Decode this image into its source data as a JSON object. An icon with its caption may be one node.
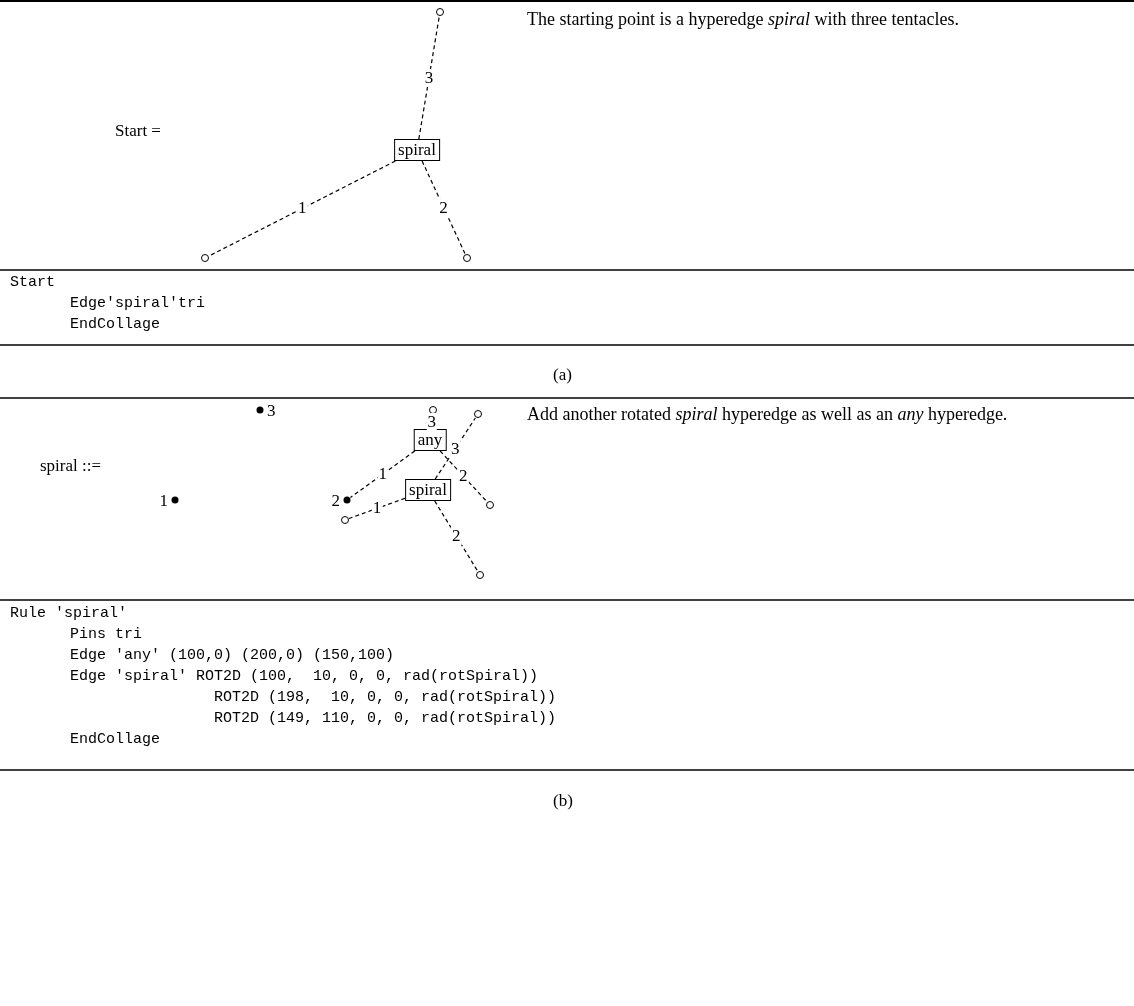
{
  "diagram": {
    "nodes": [
      {
        "text": [
          "spiral"
        ]
      },
      {
        "text": [],
        "shape": "circle"
      },
      {
        "text": [],
        "shape": "circle"
      },
      {
        "text": [],
        "shape": "circle"
      },
      {
        "text": [],
        "shape": "dot",
        "beside": [
          "3"
        ]
      },
      {
        "text": [],
        "shape": "circle"
      },
      {
        "text": [],
        "shape": "circle"
      },
      {
        "text": [
          "any"
        ]
      },
      {
        "text": [
          "spiral"
        ]
      },
      {
        "text": [],
        "shape": "dot",
        "beside": [
          "1"
        ]
      },
      {
        "text": [],
        "shape": "dot",
        "beside": [
          "2"
        ]
      },
      {
        "text": [],
        "shape": "circle"
      },
      {
        "text": [],
        "shape": "circle"
      },
      {
        "text": [],
        "shape": "circle"
      }
    ],
    "edges": [
      {
        "from": 0,
        "to": 1,
        "arrow": "none",
        "label": "3",
        "style": "dashed"
      },
      {
        "from": 0,
        "to": 2,
        "arrow": "none",
        "label": "1",
        "style": "dashed"
      },
      {
        "from": 0,
        "to": 3,
        "arrow": "none",
        "label": "2",
        "style": "dashed"
      },
      {
        "from": 7,
        "to": 5,
        "arrow": "none",
        "label": "3",
        "style": "dashed"
      },
      {
        "from": 7,
        "to": 10,
        "arrow": "none",
        "label": "1",
        "style": "dashed"
      },
      {
        "from": 7,
        "to": 11,
        "arrow": "none",
        "label": "2",
        "style": "dashed"
      },
      {
        "from": 8,
        "to": 6,
        "arrow": "none",
        "label": "3",
        "style": "dashed"
      },
      {
        "from": 8,
        "to": 12,
        "arrow": "none",
        "label": "1",
        "style": "dashed"
      },
      {
        "from": 8,
        "to": 13,
        "arrow": "none",
        "label": "2",
        "style": "dashed"
      }
    ],
    "labels": [
      "Start =",
      "The starting point is a hyperedge *spiral* with three tentacles.",
      "Start",
      "Edge'spiral'tri",
      "EndCollage",
      "(a)",
      "spiral ::=",
      "Add another rotated *spiral* hyperedge as well as an *any* hyperedge.",
      "Rule 'spiral'",
      "Pins tri",
      "Edge 'any' (100,0) (200,0) (150,100)",
      "Edge 'spiral' ROT2D (100,  10, 0, 0, rad(rotSpiral))",
      "ROT2D (198,  10, 0, 0, rad(rotSpiral))",
      "ROT2D (149, 110, 0, 0, rad(rotSpiral))",
      "EndCollage",
      "(b)"
    ]
  }
}
